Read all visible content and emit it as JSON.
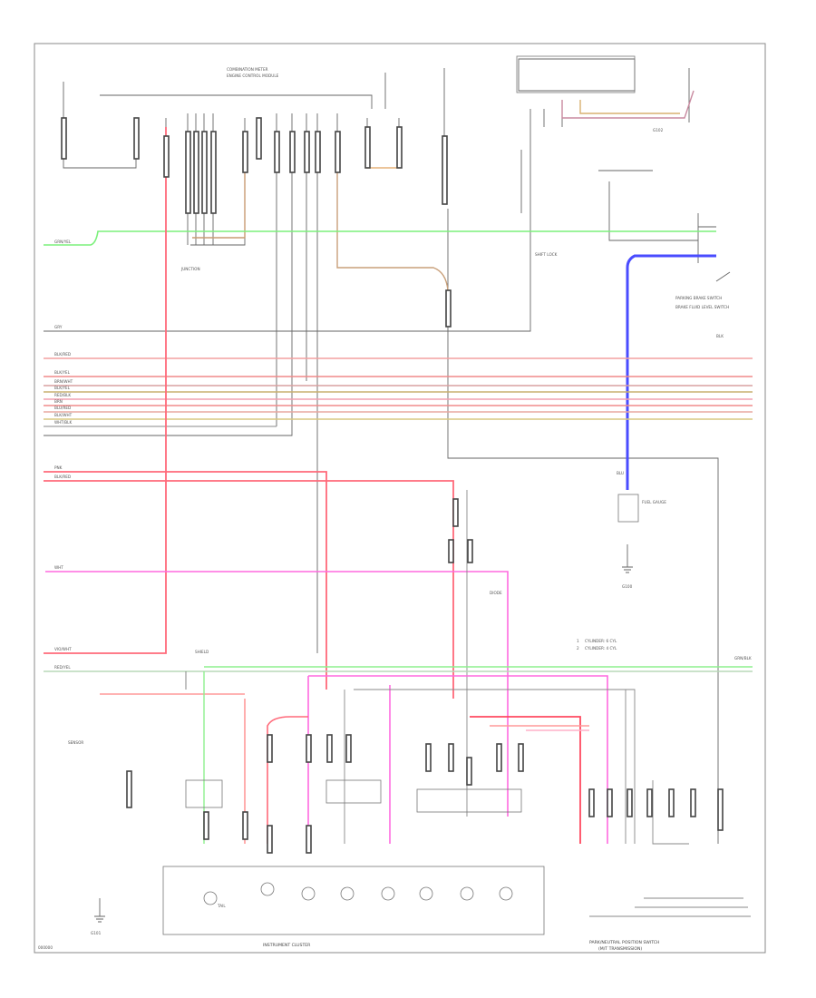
{
  "diagram": {
    "component_labels": [
      {
        "id": "instrument_cluster",
        "text": "INSTRUMENT CLUSTER"
      },
      {
        "id": "park_neutral_switch",
        "text": "PARK/NEUTRAL POSITION SWITCH"
      },
      {
        "id": "park_neutral_switch_2",
        "text": "(M/T TRANSMISSION)"
      },
      {
        "id": "fuel_gauge",
        "text": "FUEL GAUGE"
      },
      {
        "id": "parking_brake",
        "text": "PARKING BRAKE SWITCH"
      },
      {
        "id": "brake_fluid",
        "text": "BRAKE FLUID LEVEL SWITCH"
      },
      {
        "id": "diode",
        "text": "DIODE"
      },
      {
        "id": "shift_lock",
        "text": "SHIFT LOCK"
      },
      {
        "id": "g100",
        "text": "G100"
      },
      {
        "id": "g101",
        "text": "G101"
      },
      {
        "id": "g102",
        "text": "G102"
      },
      {
        "id": "relay_joint",
        "text": "JUNCTION"
      },
      {
        "id": "tail_lamp",
        "text": "TAIL"
      },
      {
        "id": "canon",
        "text": "COMBINATION METER"
      },
      {
        "id": "ecm",
        "text": "ENGINE CONTROL MODULE"
      },
      {
        "id": "s1",
        "text": "SENSOR"
      },
      {
        "id": "shield",
        "text": "SHIELD"
      }
    ],
    "wire_labels": [
      "GRN/YEL",
      "GRY",
      "BLK/RED",
      "BLK/YEL",
      "BRN/WHT",
      "BLK/YEL",
      "RED/BLK",
      "BRN",
      "BLU/RED",
      "BLK/WHT",
      "WHT/BLK",
      "PNK",
      "BLK/RED",
      "WHT",
      "VIO/WHT",
      "RED/YEL",
      "BLK",
      "BLU",
      "GRN/BLK"
    ],
    "legend": [
      {
        "num": "1",
        "text": "CYLINDER: 6 CYL"
      },
      {
        "num": "2",
        "text": "CYLINDER: 4 CYL"
      }
    ],
    "footer_code": "000000"
  }
}
